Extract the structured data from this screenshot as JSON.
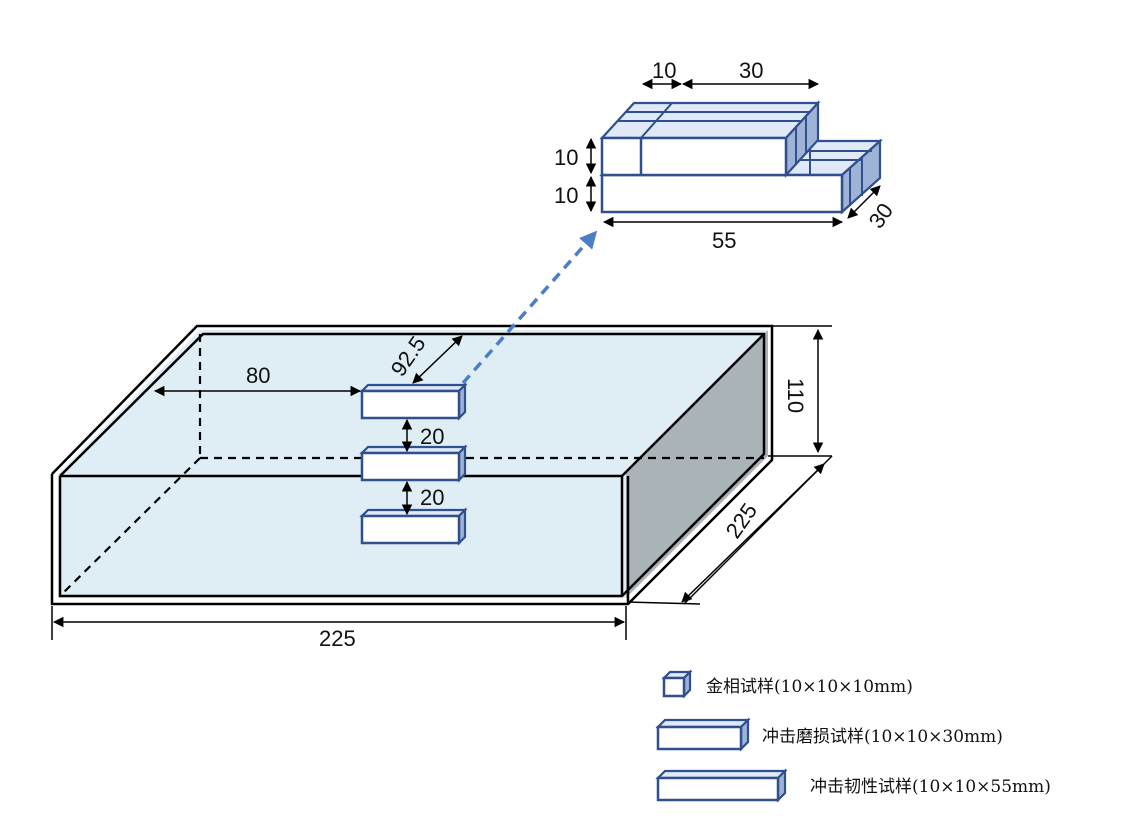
{
  "dimensions": {
    "specimen_width_top": "10",
    "specimen_length_top": "30",
    "specimen_height_upper": "10",
    "specimen_height_lower": "10",
    "specimen_depth": "30",
    "specimen_length_total": "55",
    "block_height": "110",
    "block_depth": "225",
    "block_length": "225",
    "offset_x": "80",
    "offset_depth": "92.5",
    "spacing_1": "20",
    "spacing_2": "20"
  },
  "legend": [
    {
      "label": "金相试样(10×10×10mm)"
    },
    {
      "label": "冲击磨损试样(10×10×30mm)"
    },
    {
      "label": "冲击韧性试样(10×10×55mm)"
    }
  ],
  "colors": {
    "block_fill": "#deeef4",
    "block_side": "#aab3b8",
    "specimen_edge": "#2f4f8f",
    "arrow": "#4a7fc7"
  }
}
